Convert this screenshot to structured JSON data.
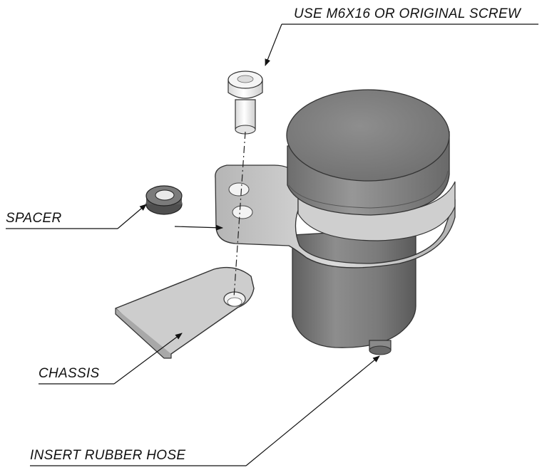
{
  "labels": {
    "screw": "USE M6X16 OR ORIGINAL SCREW",
    "spacer": "SPACER",
    "chassis": "CHASSIS",
    "hose": "INSERT RUBBER HOSE"
  },
  "colors": {
    "reservoir_body": "#7d7d7d",
    "reservoir_cap": "#8a8a8a",
    "bracket": "#c9c9c9",
    "screw": "#ededed",
    "line": "#111111"
  }
}
